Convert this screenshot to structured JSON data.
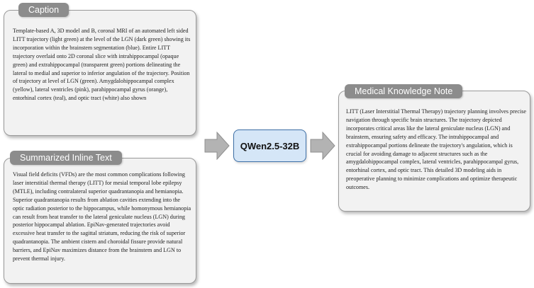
{
  "caption": {
    "title": "Caption",
    "text": "Template-based A, 3D model and B, coronal MRI of an automated left sided LITT trajectory (light green) at the level of the LGN (dark green) showing its incorporation within the brainstem segmentation (blue). Entire LITT trajectory overlaid onto 2D coronal slice with intrahippocampal (opaque green) and extrahippocampal (transparent green) portions delineating the lateral to medial and superior to inferior angulation of the trajectory. Position of trajectory at level of LGN (green). Amygdalohippocampal complex (yellow), lateral ventricles (pink), parahippocampal gyrus (orange), entorhinal cortex (teal), and optic tract (white) also shown"
  },
  "summary": {
    "title": "Summarized Inline Text",
    "text": "Visual field deficits (VFDs) are the most common complications following laser interstitial thermal therapy (LITT) for mesial temporal lobe epilepsy (MTLE), including contralateral superior quadrantanopia and hemianopia. Superior quadrantanopia results from ablation cavities extending into the optic radiation posterior to the hippocampus, while homonymous hemianopia can result from heat transfer to the lateral geniculate nucleus (LGN) during posterior hippocampal ablation. EpiNav-generated trajectories avoid excessive heat transfer to the sagittal striatum, reducing the risk of superior quadrantanopia. The ambient cistern and choroidal fissure provide natural barriers, and EpiNav maximizes distance from the brainstem and LGN to prevent thermal injury."
  },
  "model": {
    "label": "QWen2.5-32B"
  },
  "knowledge": {
    "title": "Medical Knowledge Note",
    "text": "LITT (Laser Interstitial Thermal Therapy) trajectory planning involves precise navigation through specific brain structures. The trajectory depicted incorporates critical areas like the lateral geniculate nucleus (LGN) and brainstem, ensuring safety and efficacy. The intrahippocampal and extrahippocampal portions delineate the trajectory's angulation, which is crucial for avoiding damage to adjacent structures such as the amygdalohippocampal complex, lateral ventricles, parahippocampal gyrus, entorhinal cortex, and optic tract. This detailed 3D modeling aids in preoperative planning to minimize complications and optimize therapeutic outcomes."
  },
  "colors": {
    "panel_bg": "#f2f2f2",
    "tab_bg": "#8c8c8c",
    "model_fill": "#d5e6f7",
    "model_border": "#3d6fa6",
    "arrow": "#b3b3b3"
  }
}
